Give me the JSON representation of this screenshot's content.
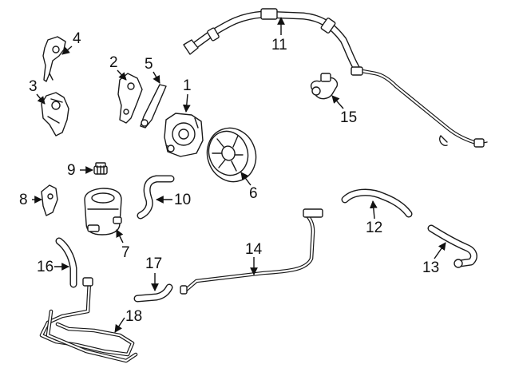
{
  "diagram": {
    "callouts": [
      {
        "id": "1",
        "label": "1"
      },
      {
        "id": "2",
        "label": "2"
      },
      {
        "id": "3",
        "label": "3"
      },
      {
        "id": "4",
        "label": "4"
      },
      {
        "id": "5",
        "label": "5"
      },
      {
        "id": "6",
        "label": "6"
      },
      {
        "id": "7",
        "label": "7"
      },
      {
        "id": "8",
        "label": "8"
      },
      {
        "id": "9",
        "label": "9"
      },
      {
        "id": "10",
        "label": "10"
      },
      {
        "id": "11",
        "label": "11"
      },
      {
        "id": "12",
        "label": "12"
      },
      {
        "id": "13",
        "label": "13"
      },
      {
        "id": "14",
        "label": "14"
      },
      {
        "id": "15",
        "label": "15"
      },
      {
        "id": "16",
        "label": "16"
      },
      {
        "id": "17",
        "label": "17"
      },
      {
        "id": "18",
        "label": "18"
      }
    ],
    "colors": {
      "ink": "#1a1a1a",
      "background": "#ffffff"
    }
  }
}
